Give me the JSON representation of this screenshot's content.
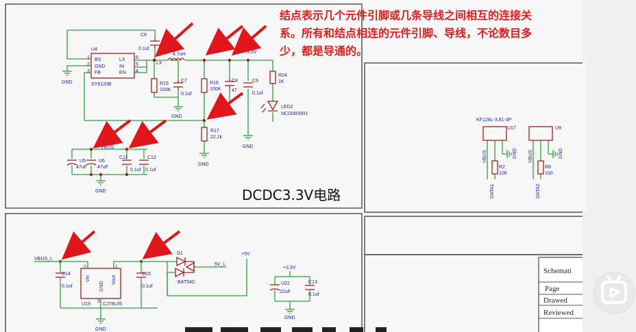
{
  "annotation": {
    "line1": "结点表示几个元件引脚或几条导线之间相互的连接关",
    "line2": "系。所有和结点相连的元件引脚、导线，不论数目多",
    "line3": "少，都是导通的。"
  },
  "section_title": "DCDC3.3V电路",
  "components": {
    "U4": {
      "ref": "U4",
      "part": "SY8120B",
      "pins": [
        "BS",
        "GND",
        "FB",
        "LX",
        "IN",
        "EN"
      ],
      "pin_nums": [
        "1",
        "2",
        "3",
        "6",
        "5",
        "4"
      ]
    },
    "L1": {
      "value": "4.7uH"
    },
    "C6": {
      "ref": "C6",
      "value": "0.1uf"
    },
    "C7": {
      "ref": "C7",
      "value": "0.1uf"
    },
    "C8": {
      "ref": "C8",
      "value": "47"
    },
    "C9": {
      "ref": "C9",
      "value": "0.1uf"
    },
    "R15": {
      "ref": "R15",
      "value": "100K"
    },
    "R16": {
      "ref": "R16",
      "value": "100K"
    },
    "R17": {
      "ref": "R17",
      "value": "22.1k"
    },
    "R24": {
      "ref": "R24",
      "value": "1K"
    },
    "LED2": {
      "ref": "LED2",
      "part": "NCD0805R1"
    },
    "U5": {
      "ref": "U5",
      "value": "47uF"
    },
    "U6": {
      "ref": "U6",
      "value": "47uF"
    },
    "C11": {
      "ref": "C11",
      "value": "0.1uf"
    },
    "C12": {
      "ref": "C12",
      "value": "0.1uf"
    },
    "U17": {
      "ref": "U17",
      "part": "KF128L-3.81-3P"
    },
    "U9": {
      "ref": "U9"
    },
    "R2": {
      "ref": "R2",
      "value": "100"
    },
    "R8": {
      "ref": "R8",
      "value": "100"
    },
    "C14": {
      "ref": "C14",
      "value": "0.1uf"
    },
    "C15": {
      "ref": "C15",
      "value": "0.1uf"
    },
    "U19": {
      "ref": "U19",
      "part": "CJ78L05",
      "pins": [
        "Vin",
        "GND",
        "Vout"
      ],
      "pin_nums": [
        "2",
        "3",
        "1"
      ]
    },
    "D1": {
      "ref": "D1",
      "part": "BAT54C"
    },
    "U22": {
      "ref": "U22",
      "value": "22uF"
    },
    "C13": {
      "ref": "C13",
      "value": "0.1uf"
    }
  },
  "nets": {
    "gnd": "GND",
    "vbus": "VBUS",
    "vbus_l": "VBUS_L",
    "v33": "+3.3V",
    "v5": "+5V",
    "v5_l": "5V_L",
    "lx": "LX",
    "data1": "DATA1",
    "data2": "DATA2"
  },
  "title_block": {
    "schematic": "Schemati",
    "page": "Page",
    "drawed": "Drawed",
    "reviewed": "Reviewed"
  },
  "colors": {
    "wire": "#2e9e3c",
    "component": "#9e1f1f",
    "text": "#1a1aa0",
    "annotation": "#e41b1b",
    "arrow": "#e0161a",
    "border": "#555555"
  },
  "icons": {
    "video_player": "bilibili-tv-icon"
  }
}
